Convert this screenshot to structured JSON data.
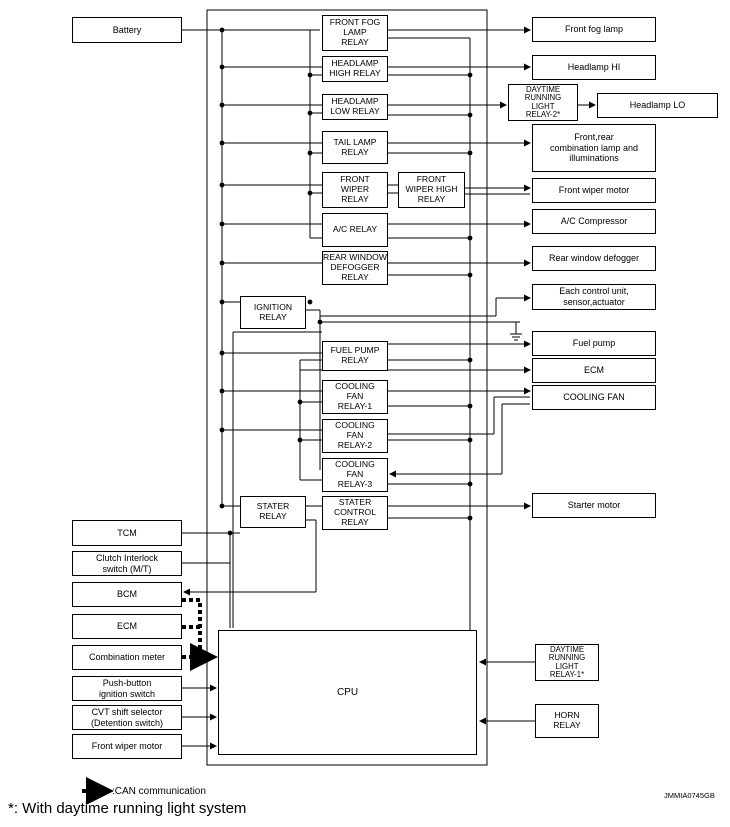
{
  "diagram": {
    "left_devices": {
      "battery": "Battery",
      "tcm": "TCM",
      "clutch_interlock": "Clutch Interlock\nswitch (M/T)",
      "bcm": "BCM",
      "ecm": "ECM",
      "combination_meter": "Combination meter",
      "push_button": "Push-button\nignition switch",
      "cvt_selector": "CVT shift selector\n(Detention switch)",
      "front_wiper_motor": "Front wiper motor"
    },
    "relays": {
      "front_fog": "FRONT FOG\nLAMP\nRELAY",
      "headlamp_high": "HEADLAMP\nHIGH RELAY",
      "headlamp_low": "HEADLAMP\nLOW RELAY",
      "tail_lamp": "TAIL LAMP\nRELAY",
      "front_wiper": "FRONT\nWIPER\nRELAY",
      "front_wiper_high": "FRONT\nWIPER HIGH\nRELAY",
      "ac": "A/C RELAY",
      "rear_window": "REAR WINDOW\nDEFOGGER\nRELAY",
      "ignition": "IGNITION\nRELAY",
      "fuel_pump": "FUEL PUMP\nRELAY",
      "cooling_fan_1": "COOLING\nFAN\nRELAY-1",
      "cooling_fan_2": "COOLING\nFAN\nRELAY-2",
      "cooling_fan_3": "COOLING\nFAN\nRELAY-3",
      "stater": "STATER\nRELAY",
      "stater_control": "STATER\nCONTROL\nRELAY",
      "cpu": "CPU"
    },
    "outputs": {
      "front_fog_lamp": "Front fog lamp",
      "headlamp_hi": "Headlamp HI",
      "drl_relay_2": "DAYTIME\nRUNNING\nLIGHT\nRELAY-2*",
      "headlamp_lo": "Headlamp LO",
      "front_rear_combination": "Front,rear\ncombination lamp and\nilluminations",
      "front_wiper_motor": "Front wiper motor",
      "ac_compressor": "A/C Compressor",
      "rear_window_defogger": "Rear window defogger",
      "each_control_unit": "Each control unit,\nsensor,actuator",
      "fuel_pump": "Fuel pump",
      "ecm": "ECM",
      "cooling_fan": "COOLING FAN",
      "starter_motor": "Starter motor",
      "drl_relay_1": "DAYTIME\nRUNNING\nLIGHT\nRELAY-1*",
      "horn_relay": "HORN\nRELAY"
    },
    "legend_label": ":CAN communication",
    "footnote": "*: With daytime running light system",
    "code": "JMMIA0745GB"
  }
}
